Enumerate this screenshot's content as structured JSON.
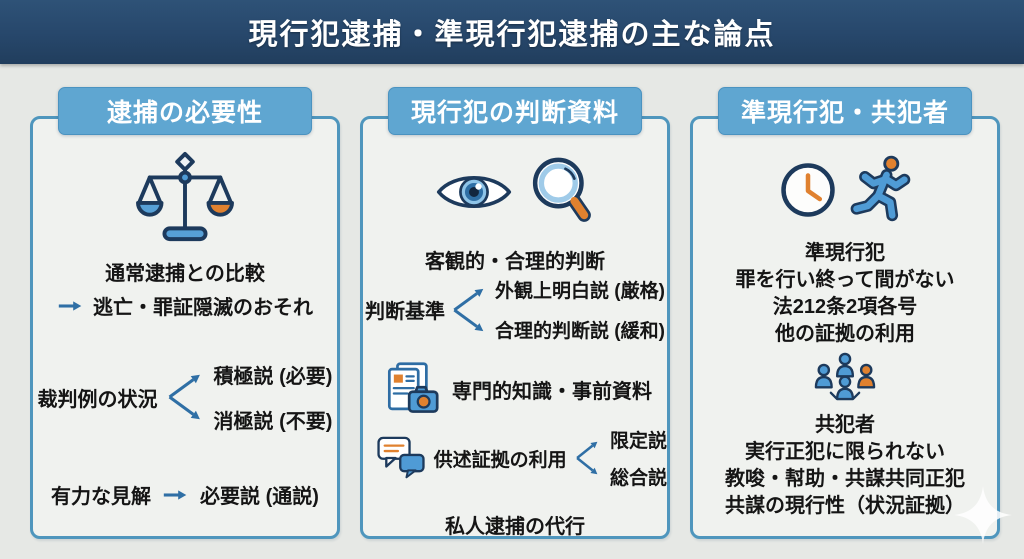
{
  "title": "現行犯逮捕・準現行犯逮捕の主な論点",
  "colors": {
    "topbar_navy": "#27476b",
    "column_header_blue": "#5fa6d1",
    "box_border_blue": "#4f96bd",
    "box_background": "#f0f2ef",
    "page_background": "#e6e8e5",
    "arrow_blue": "#2f6fa5",
    "icon_outline_navy": "#1d3a5c",
    "icon_fill_blue": "#4f9bd5",
    "icon_fill_orange": "#e0812f",
    "text_color": "#151515"
  },
  "columns": [
    {
      "header": "逮捕の必要性",
      "icons": [
        "scales-icon"
      ],
      "comparison_title": "通常逮捕との比較",
      "comparison_point": "逃亡・罪証隠滅のおそれ",
      "case_law": {
        "label": "裁判例の状況",
        "positive": "積極説 (必要)",
        "negative": "消極説 (不要)"
      },
      "prevailing_view": {
        "label": "有力な見解",
        "value": "必要説 (通説)"
      }
    },
    {
      "header": "現行犯の判断資料",
      "icons": [
        "eye-icon",
        "magnifier-icon",
        "documents-camera-icon",
        "speech-bubbles-icon"
      ],
      "principle": "客観的・合理的判断",
      "criteria": {
        "label": "判断基準",
        "strict": "外観上明白説 (厳格)",
        "relaxed": "合理的判断説 (緩和)"
      },
      "knowledge": "専門的知識・事前資料",
      "statements": {
        "label": "供述証拠の利用",
        "limited": "限定説",
        "comprehensive": "総合説"
      },
      "proxy": "私人逮捕の代行"
    },
    {
      "header": "準現行犯・共犯者",
      "icons": [
        "clock-icon",
        "runner-icon",
        "people-group-icon"
      ],
      "quasi_lines": [
        "準現行犯",
        "罪を行い終って間がない",
        "法212条2項各号",
        "他の証拠の利用"
      ],
      "accomplice_lines": [
        "共犯者",
        "実行正犯に限られない",
        "教唆・幇助・共謀共同正犯",
        "共謀の現行性（状況証拠）"
      ]
    }
  ]
}
